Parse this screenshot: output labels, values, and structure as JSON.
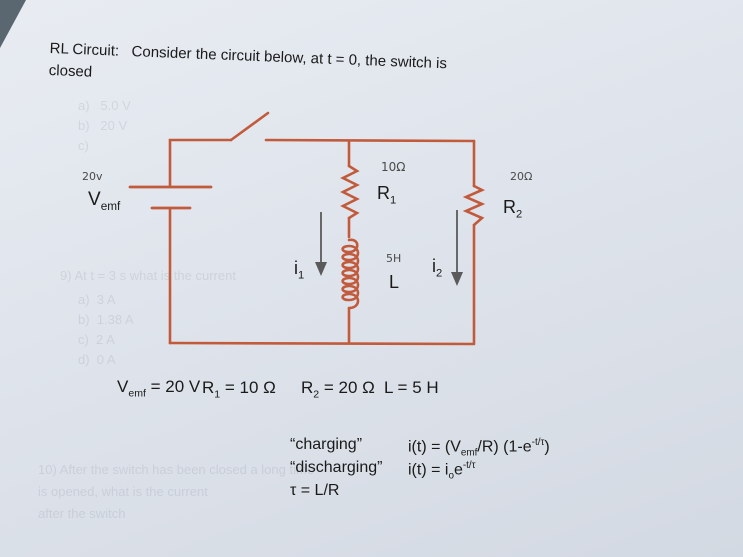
{
  "problem": {
    "title": "RL Circuit:",
    "statement": "Consider the circuit below, at t = 0, the switch is",
    "statement2": "closed"
  },
  "handwritten": {
    "source_voltage": "20v",
    "r1_value": "10Ω",
    "r2_value": "20Ω",
    "inductor_value": "5H"
  },
  "circuit_labels": {
    "vemf": "V",
    "vemf_sub": "emf",
    "r1": "R",
    "r1_sub": "1",
    "r2": "R",
    "r2_sub": "2",
    "i1": "i",
    "i1_sub": "1",
    "i2": "i",
    "i2_sub": "2",
    "inductor": "L"
  },
  "values_line": {
    "vemf": "V",
    "vemf_sub": "emf",
    "vemf_val": " = 20 V",
    "r1": "R",
    "r1_sub": "1",
    "r1_val": " = 10 Ω",
    "r2": "R",
    "r2_sub": "2",
    "r2_val": " = 20 Ω",
    "l_val": "L = 5 H"
  },
  "formulas": {
    "charging_label": "“charging”",
    "charging_a": "i(t) = (V",
    "charging_sub": "emf",
    "charging_b": "/R) (1-e",
    "charging_sup": "-t/τ",
    "charging_c": ")",
    "discharging_label": "“discharging”",
    "discharging_a": "i(t) = i",
    "discharging_sub": "o",
    "discharging_b": "e",
    "discharging_sup": "-t/τ",
    "tau": "τ = L/R"
  },
  "colors": {
    "background": "#5a6670",
    "paper": "#e2e7ee",
    "ink": "#1a1a1a",
    "wire": "#c25a3c"
  }
}
